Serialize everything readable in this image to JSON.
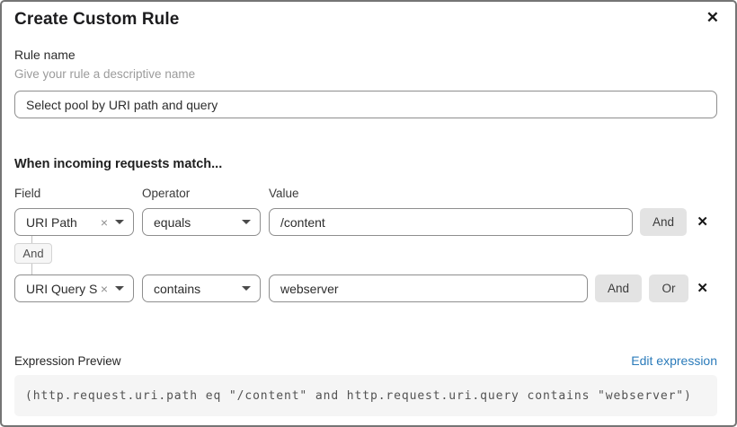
{
  "dialog": {
    "title": "Create Custom Rule"
  },
  "icons": {
    "close": "✕",
    "row_delete": "✕",
    "clear_selection": "×"
  },
  "rule_name": {
    "label": "Rule name",
    "hint": "Give your rule a descriptive name",
    "value": "Select pool by URI path and query"
  },
  "match_section": {
    "heading": "When incoming requests match...",
    "columns": {
      "field": "Field",
      "operator": "Operator",
      "value": "Value"
    },
    "group_connector": "And",
    "rows": [
      {
        "field": "URI Path",
        "operator": "equals",
        "value": "/content",
        "connectors": {
          "and": "And"
        }
      },
      {
        "field": "URI Query St...",
        "operator": "contains",
        "value": "webserver",
        "connectors": {
          "and": "And",
          "or": "Or"
        }
      }
    ]
  },
  "expression": {
    "label": "Expression Preview",
    "edit_link": "Edit expression",
    "code": "(http.request.uri.path eq \"/content\" and http.request.uri.query contains \"webserver\")"
  },
  "colors": {
    "link_blue": "#2b7bba",
    "connector_button_bg": "#e3e3e3",
    "input_border": "#8e8e8e",
    "code_background": "#f5f5f5"
  }
}
